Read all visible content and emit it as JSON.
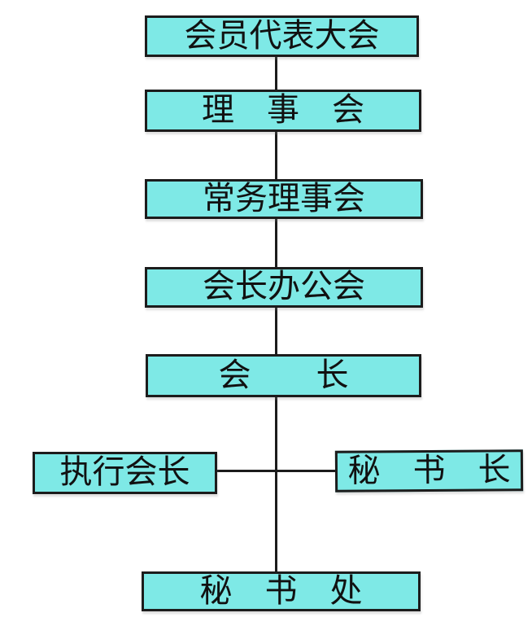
{
  "diagram": {
    "type": "org-chart",
    "colors": {
      "background": "#ffffff",
      "box_fill": "#7ee9e6",
      "box_border": "#1c1c1c",
      "line": "#1c1c1c",
      "text": "#111111"
    },
    "nodes": [
      {
        "id": "members-congress",
        "label": "会员代表大会"
      },
      {
        "id": "council",
        "label": "理　事　会"
      },
      {
        "id": "standing-council",
        "label": "常务理事会"
      },
      {
        "id": "presidents-office",
        "label": "会长办公会"
      },
      {
        "id": "president",
        "label": "会　　长"
      },
      {
        "id": "executive-president",
        "label": "执行会长"
      },
      {
        "id": "secretary-general",
        "label": "秘　书　长"
      },
      {
        "id": "secretariat",
        "label": "秘　书　处"
      }
    ],
    "edges": [
      {
        "from": "members-congress",
        "to": "council"
      },
      {
        "from": "council",
        "to": "standing-council"
      },
      {
        "from": "standing-council",
        "to": "presidents-office"
      },
      {
        "from": "presidents-office",
        "to": "president"
      },
      {
        "from": "president",
        "to": "secretariat"
      },
      {
        "from": "executive-president",
        "to": "president-secretariat-trunk"
      },
      {
        "from": "secretary-general",
        "to": "president-secretariat-trunk"
      }
    ]
  }
}
